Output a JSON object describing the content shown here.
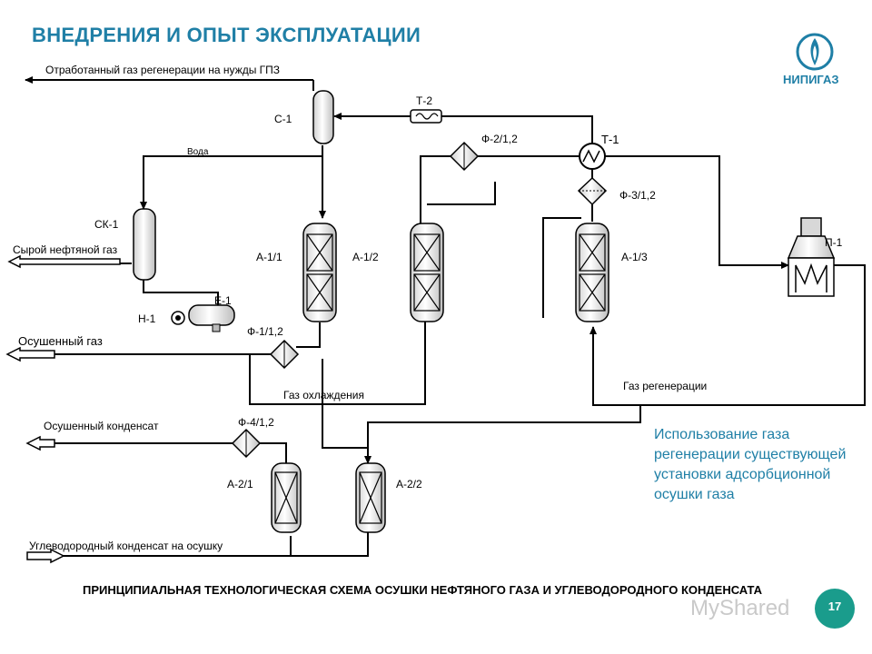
{
  "title": "ВНЕДРЕНИЯ И ОПЫТ ЭКСПЛУАТАЦИИ",
  "logo": {
    "text": "НИПИГАЗ"
  },
  "labels": {
    "spent_gas": "Отработанный газ регенерации на нужды ГПЗ",
    "c1": "С-1",
    "t2": "Т-2",
    "water": "Вода",
    "f2": "Ф-2/1,2",
    "t1": "Т-1",
    "f3": "Ф-3/1,2",
    "ck1": "СК-1",
    "raw_gas": "Сырой нефтяной газ",
    "a11": "А-1/1",
    "a12": "А-1/2",
    "a13": "А-1/3",
    "p1": "П-1",
    "e1": "Е-1",
    "h1": "Н-1",
    "f1": "Ф-1/1,2",
    "dried_gas": "Осушенный газ",
    "cooling_gas": "Газ охлаждения",
    "regen_gas": "Газ регенерации",
    "f4": "Ф-4/1,2",
    "dried_condensate": "Осушенный конденсат",
    "a21": "А-2/1",
    "a22": "А-2/2",
    "hc_condensate": "Углеводородный конденсат на осушку"
  },
  "note": "Использование газа регенерации существующей установки адсорбционной осушки газа",
  "caption": "ПРИНЦИПИАЛЬНАЯ ТЕХНОЛОГИЧЕСКАЯ СХЕМА ОСУШКИ НЕФТЯНОГО ГАЗА И УГЛЕВОДОРОДНОГО КОНДЕНСАТА",
  "page_number": "17",
  "watermark": "MyShared",
  "colors": {
    "accent": "#1f7fa6",
    "badge": "#1a9c8c",
    "line": "#000000",
    "vessel_fill": "#ececec"
  }
}
